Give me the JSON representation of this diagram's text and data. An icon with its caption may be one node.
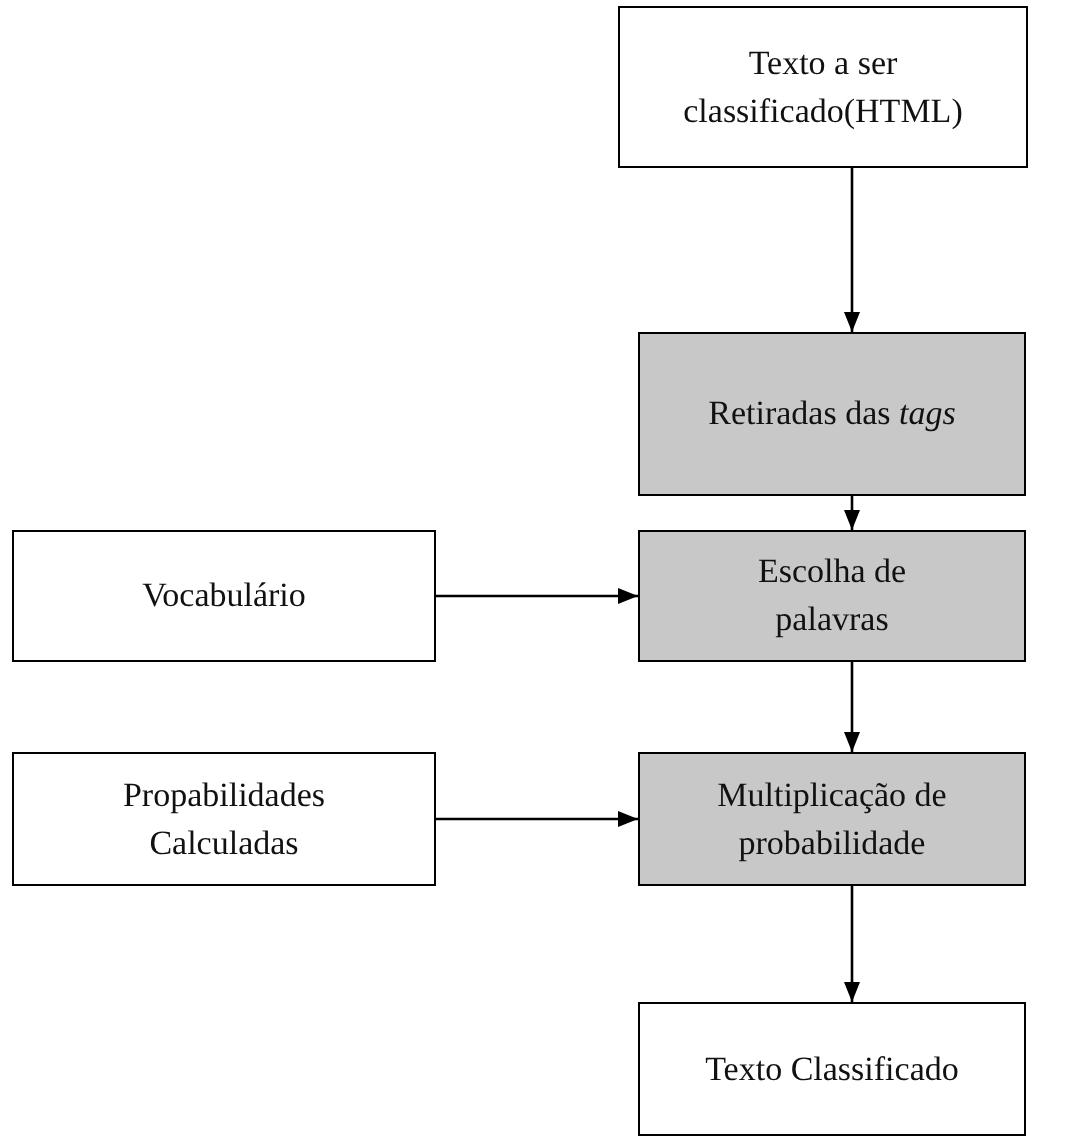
{
  "diagram": {
    "nodes": [
      {
        "text": [
          "Texto a ser classificado(HTML)"
        ]
      },
      {
        "text": [
          "Retiradas das *tags*"
        ]
      },
      {
        "text": [
          "Vocabulário"
        ]
      },
      {
        "text": [
          "Escolha de palavras"
        ]
      },
      {
        "text": [
          "Propabilidades Calculadas"
        ]
      },
      {
        "text": [
          "Multiplicação de probabilidade"
        ]
      },
      {
        "text": [
          "Texto Classificado"
        ]
      }
    ],
    "edges": [
      {
        "from": 0,
        "to": 1,
        "arrow": "to"
      },
      {
        "from": 1,
        "to": 3,
        "arrow": "to"
      },
      {
        "from": 2,
        "to": 3,
        "arrow": "to"
      },
      {
        "from": 3,
        "to": 5,
        "arrow": "to"
      },
      {
        "from": 4,
        "to": 5,
        "arrow": "to"
      },
      {
        "from": 5,
        "to": 6,
        "arrow": "to"
      }
    ]
  }
}
